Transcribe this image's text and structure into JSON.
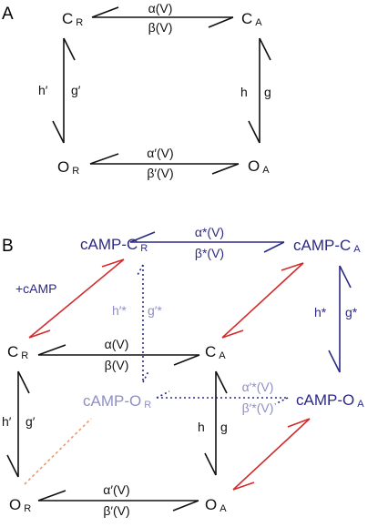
{
  "colors": {
    "black": "#111111",
    "navy": "#2b2a86",
    "light": "#8f8fc6",
    "red": "#d42a2a",
    "orange": "#e79a6a"
  },
  "panelA": {
    "label": "A",
    "nodes": {
      "cr": {
        "main": "C",
        "sub": "R"
      },
      "ca": {
        "main": "C",
        "sub": "A"
      },
      "or": {
        "main": "O",
        "sub": "R"
      },
      "oa": {
        "main": "O",
        "sub": "A"
      }
    },
    "rates": {
      "top_fwd": "α(V)",
      "top_back": "β(V)",
      "bottom_fwd": "α′(V)",
      "bottom_back": "β′(V)",
      "left_h": "h′",
      "left_g": "g′",
      "right_h": "h",
      "right_g": "g"
    }
  },
  "panelB": {
    "label": "B",
    "nodes": {
      "cr": {
        "main": "C",
        "sub": "R"
      },
      "ca": {
        "main": "C",
        "sub": "A"
      },
      "or": {
        "main": "O",
        "sub": "R"
      },
      "oa": {
        "main": "O",
        "sub": "A"
      },
      "camp_cr": {
        "main": "cAMP-C",
        "sub": "R"
      },
      "camp_ca": {
        "main": "cAMP-C",
        "sub": "A"
      },
      "camp_or": {
        "main": "cAMP-O",
        "sub": "R"
      },
      "camp_oa": {
        "main": "cAMP-O",
        "sub": "A"
      }
    },
    "plus_camp": "+cAMP",
    "rates": {
      "front_top_fwd": "α(V)",
      "front_top_back": "β(V)",
      "front_bottom_fwd": "α′(V)",
      "front_bottom_back": "β′(V)",
      "front_left_h": "h′",
      "front_left_g": "g′",
      "front_right_h": "h",
      "front_right_g": "g",
      "back_top_fwd": "α*(V)",
      "back_top_back": "β*(V)",
      "back_bottom_fwd": "α′*(V)",
      "back_bottom_back": "β′*(V)",
      "back_left_h": "h′*",
      "back_left_g": "g′*",
      "back_right_h": "h*",
      "back_right_g": "g*"
    }
  }
}
